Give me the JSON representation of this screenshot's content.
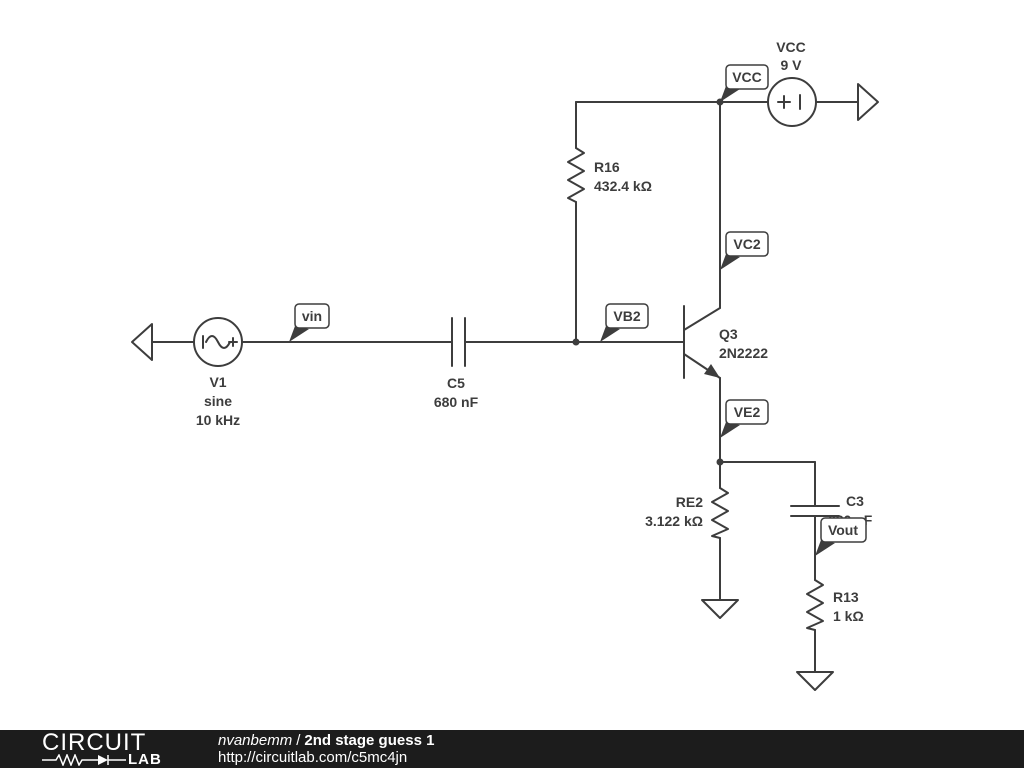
{
  "components": {
    "vcc_source": {
      "name": "VCC",
      "value": "9 V"
    },
    "r16": {
      "name": "R16",
      "value": "432.4 kΩ"
    },
    "v1": {
      "name": "V1",
      "type": "sine",
      "freq": "10 kHz"
    },
    "c5": {
      "name": "C5",
      "value": "680 nF"
    },
    "q3": {
      "name": "Q3",
      "part": "2N2222"
    },
    "re2": {
      "name": "RE2",
      "value": "3.122 kΩ"
    },
    "c3": {
      "name": "C3",
      "value": "680 nF"
    },
    "r13": {
      "name": "R13",
      "value": "1 kΩ"
    }
  },
  "nodes": {
    "vcc": "VCC",
    "vc2": "VC2",
    "vin": "vin",
    "vb2": "VB2",
    "ve2": "VE2",
    "vout": "Vout"
  },
  "footer": {
    "logo_top": "CIRCUIT",
    "logo_bottom": "LAB",
    "author": "nvanbemm",
    "separator": "/",
    "title": "2nd stage guess 1",
    "url": "http://circuitlab.com/c5mc4jn"
  }
}
